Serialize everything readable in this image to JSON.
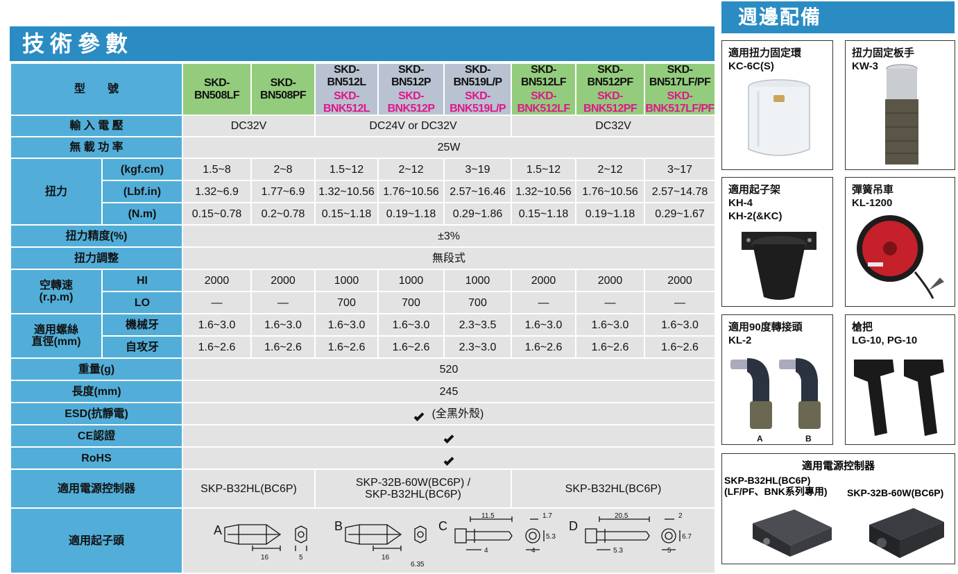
{
  "spec_title": "技術參數",
  "accessory_title": "週邊配備",
  "labels": {
    "model": "型　　號",
    "voltage": "輸 入 電 壓",
    "power": "無 載 功 率",
    "torque": "扭力",
    "torque_kgf": "(kgf.cm)",
    "torque_lbf": "(Lbf.in)",
    "torque_nm": "(N.m)",
    "precision": "扭力精度(%)",
    "adjust": "扭力調整",
    "speed": "空轉速",
    "speed_unit": "(r.p.m)",
    "hi": "HI",
    "lo": "LO",
    "screw": "適用螺絲",
    "screw_unit": "直徑(mm)",
    "machine_thread": "機械牙",
    "self_tap": "自攻牙",
    "weight": "重量(g)",
    "length": "長度(mm)",
    "esd": "ESD(抗靜電)",
    "ce": "CE認證",
    "rohs": "RoHS",
    "controller": "適用電源控制器",
    "bit": "適用起子頭"
  },
  "models": [
    {
      "primary": "SKD-BN508LF",
      "secondary": ""
    },
    {
      "primary": "SKD-BN508PF",
      "secondary": ""
    },
    {
      "primary": "SKD-BN512L",
      "secondary": "SKD-BNK512L"
    },
    {
      "primary": "SKD-BN512P",
      "secondary": "SKD-BNK512P"
    },
    {
      "primary": "SKD-BN519L/P",
      "secondary": "SKD-BNK519L/P"
    },
    {
      "primary": "SKD-BN512LF",
      "secondary": "SKD-BNK512LF"
    },
    {
      "primary": "SKD-BN512PF",
      "secondary": "SKD-BNK512PF"
    },
    {
      "primary": "SKD-BN517LF/PF",
      "secondary": "SKD-BNK517LF/PF"
    }
  ],
  "voltage": [
    "DC32V",
    "DC24V or DC32V",
    "DC32V"
  ],
  "power": "25W",
  "torque_kgf": [
    "1.5~8",
    "2~8",
    "1.5~12",
    "2~12",
    "3~19",
    "1.5~12",
    "2~12",
    "3~17"
  ],
  "torque_lbf": [
    "1.32~6.9",
    "1.77~6.9",
    "1.32~10.56",
    "1.76~10.56",
    "2.57~16.46",
    "1.32~10.56",
    "1.76~10.56",
    "2.57~14.78"
  ],
  "torque_nm": [
    "0.15~0.78",
    "0.2~0.78",
    "0.15~1.18",
    "0.19~1.18",
    "0.29~1.86",
    "0.15~1.18",
    "0.19~1.18",
    "0.29~1.67"
  ],
  "precision": "±3%",
  "adjust": "無段式",
  "speed_hi": [
    "2000",
    "2000",
    "1000",
    "1000",
    "1000",
    "2000",
    "2000",
    "2000"
  ],
  "speed_lo": [
    "—",
    "—",
    "700",
    "700",
    "700",
    "—",
    "—",
    "—"
  ],
  "screw_machine": [
    "1.6~3.0",
    "1.6~3.0",
    "1.6~3.0",
    "1.6~3.0",
    "2.3~3.5",
    "1.6~3.0",
    "1.6~3.0",
    "1.6~3.0"
  ],
  "screw_self": [
    "1.6~2.6",
    "1.6~2.6",
    "1.6~2.6",
    "1.6~2.6",
    "2.3~3.0",
    "1.6~2.6",
    "1.6~2.6",
    "1.6~2.6"
  ],
  "weight": "520",
  "length": "245",
  "esd": "(全黑外殼)",
  "controller": [
    "SKP-B32HL(BC6P)",
    "SKP-32B-60W(BC6P) /",
    "SKP-B32HL(BC6P)",
    "SKP-B32HL(BC6P)"
  ],
  "bits": {
    "a": {
      "letter": "A",
      "dims": [
        "16",
        "5"
      ]
    },
    "b": {
      "letter": "B",
      "dims": [
        "16",
        "6.35"
      ]
    },
    "c": {
      "letter": "C",
      "dims": [
        "11.5",
        "1.7",
        "5.3",
        "4",
        "4"
      ]
    },
    "d": {
      "letter": "D",
      "dims": [
        "20.5",
        "2",
        "6.7",
        "5.3",
        "5"
      ]
    }
  },
  "accessories": {
    "kc": {
      "line1": "適用扭力固定環",
      "line2": "KC-6C(S)"
    },
    "kw": {
      "line1": "扭力固定板手",
      "line2": "KW-3"
    },
    "kh": {
      "line1": "適用起子架",
      "line2": "KH-4",
      "line3": "KH-2(&KC)"
    },
    "kl": {
      "line1": "彈簧吊車",
      "line2": "KL-1200"
    },
    "kl2": {
      "line1": "適用90度轉接頭",
      "line2": "KL-2",
      "label_a": "A",
      "label_b": "B"
    },
    "lg": {
      "line1": "槍把",
      "line2": "LG-10, PG-10"
    },
    "ctrl": {
      "title": "適用電源控制器",
      "left1": "SKP-B32HL(BC6P)",
      "left2": "(LF/PF、BNK系列專用)",
      "right": "SKP-32B-60W(BC6P)"
    }
  },
  "colors": {
    "header_blue": "#2b8cc4",
    "label_blue": "#52aed8",
    "model_green": "#93cc7c",
    "model_gray": "#b9c2d0",
    "value_gray": "#e3e3e3",
    "pink": "#e0168c"
  }
}
